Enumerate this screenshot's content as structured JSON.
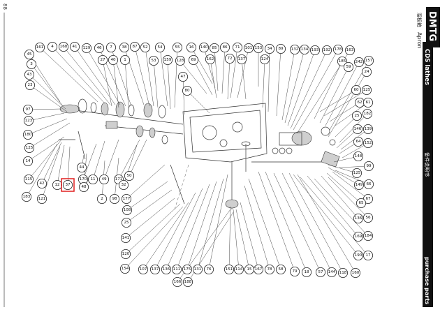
{
  "page_number": "88",
  "brand": {
    "logo_text": "DMTG",
    "chinese_title": "溜板箱",
    "english_title": "Apron"
  },
  "right_bar": {
    "series_label": "CDS lathes",
    "chinese_label": "备件说明书",
    "english_label": "purchase parts"
  },
  "highlight": {
    "part_number": "37",
    "color": "#e01e1e"
  },
  "callouts": [
    {
      "id": "161"
    },
    {
      "id": "4"
    },
    {
      "id": "168"
    },
    {
      "id": "41"
    },
    {
      "id": "129"
    },
    {
      "id": "46"
    },
    {
      "id": "7"
    },
    {
      "id": "38"
    },
    {
      "id": "87"
    },
    {
      "id": "52"
    },
    {
      "id": "54"
    },
    {
      "id": "55"
    },
    {
      "id": "16"
    },
    {
      "id": "140"
    },
    {
      "id": "85"
    },
    {
      "id": "86"
    },
    {
      "id": "71"
    },
    {
      "id": "101"
    },
    {
      "id": "153"
    },
    {
      "id": "34"
    },
    {
      "id": "89"
    },
    {
      "id": "132"
    },
    {
      "id": "134"
    },
    {
      "id": "193"
    },
    {
      "id": "192"
    },
    {
      "id": "178"
    },
    {
      "id": "163"
    },
    {
      "id": "45"
    },
    {
      "id": "27"
    },
    {
      "id": "40"
    },
    {
      "id": "1"
    },
    {
      "id": "53"
    },
    {
      "id": "159"
    },
    {
      "id": "128"
    },
    {
      "id": "69"
    },
    {
      "id": "162"
    },
    {
      "id": "72"
    },
    {
      "id": "137"
    },
    {
      "id": "124"
    },
    {
      "id": "185"
    },
    {
      "id": "59"
    },
    {
      "id": "242"
    },
    {
      "id": "157"
    },
    {
      "id": "3"
    },
    {
      "id": "43"
    },
    {
      "id": "23"
    },
    {
      "id": "47"
    },
    {
      "id": "80"
    },
    {
      "id": "24"
    },
    {
      "id": "60"
    },
    {
      "id": "125"
    },
    {
      "id": "62"
    },
    {
      "id": "61"
    },
    {
      "id": "97"
    },
    {
      "id": "123"
    },
    {
      "id": "180"
    },
    {
      "id": "125b"
    },
    {
      "id": "25"
    },
    {
      "id": "182"
    },
    {
      "id": "146"
    },
    {
      "id": "139"
    },
    {
      "id": "64"
    },
    {
      "id": "152"
    },
    {
      "id": "148"
    },
    {
      "id": "14"
    },
    {
      "id": "99"
    },
    {
      "id": "115"
    },
    {
      "id": "44"
    },
    {
      "id": "170"
    },
    {
      "id": "11"
    },
    {
      "id": "49"
    },
    {
      "id": "171"
    },
    {
      "id": "125c"
    },
    {
      "id": "42"
    },
    {
      "id": "12"
    },
    {
      "id": "37"
    },
    {
      "id": "48"
    },
    {
      "id": "32"
    },
    {
      "id": "50"
    },
    {
      "id": "149"
    },
    {
      "id": "66"
    },
    {
      "id": "183"
    },
    {
      "id": "121"
    },
    {
      "id": "2"
    },
    {
      "id": "98"
    },
    {
      "id": "177"
    },
    {
      "id": "67"
    },
    {
      "id": "65"
    },
    {
      "id": "108"
    },
    {
      "id": "136"
    },
    {
      "id": "56"
    },
    {
      "id": "25b"
    },
    {
      "id": "141"
    },
    {
      "id": "169"
    },
    {
      "id": "184"
    },
    {
      "id": "120"
    },
    {
      "id": "190"
    },
    {
      "id": "17"
    },
    {
      "id": "154"
    },
    {
      "id": "107"
    },
    {
      "id": "137b"
    },
    {
      "id": "136b"
    },
    {
      "id": "111"
    },
    {
      "id": "175"
    },
    {
      "id": "131"
    },
    {
      "id": "76"
    },
    {
      "id": "151"
    },
    {
      "id": "114"
    },
    {
      "id": "15"
    },
    {
      "id": "167"
    },
    {
      "id": "78"
    },
    {
      "id": "58"
    },
    {
      "id": "79"
    },
    {
      "id": "18"
    },
    {
      "id": "57"
    },
    {
      "id": "144"
    },
    {
      "id": "118"
    },
    {
      "id": "160"
    },
    {
      "id": "166"
    },
    {
      "id": "188"
    }
  ]
}
